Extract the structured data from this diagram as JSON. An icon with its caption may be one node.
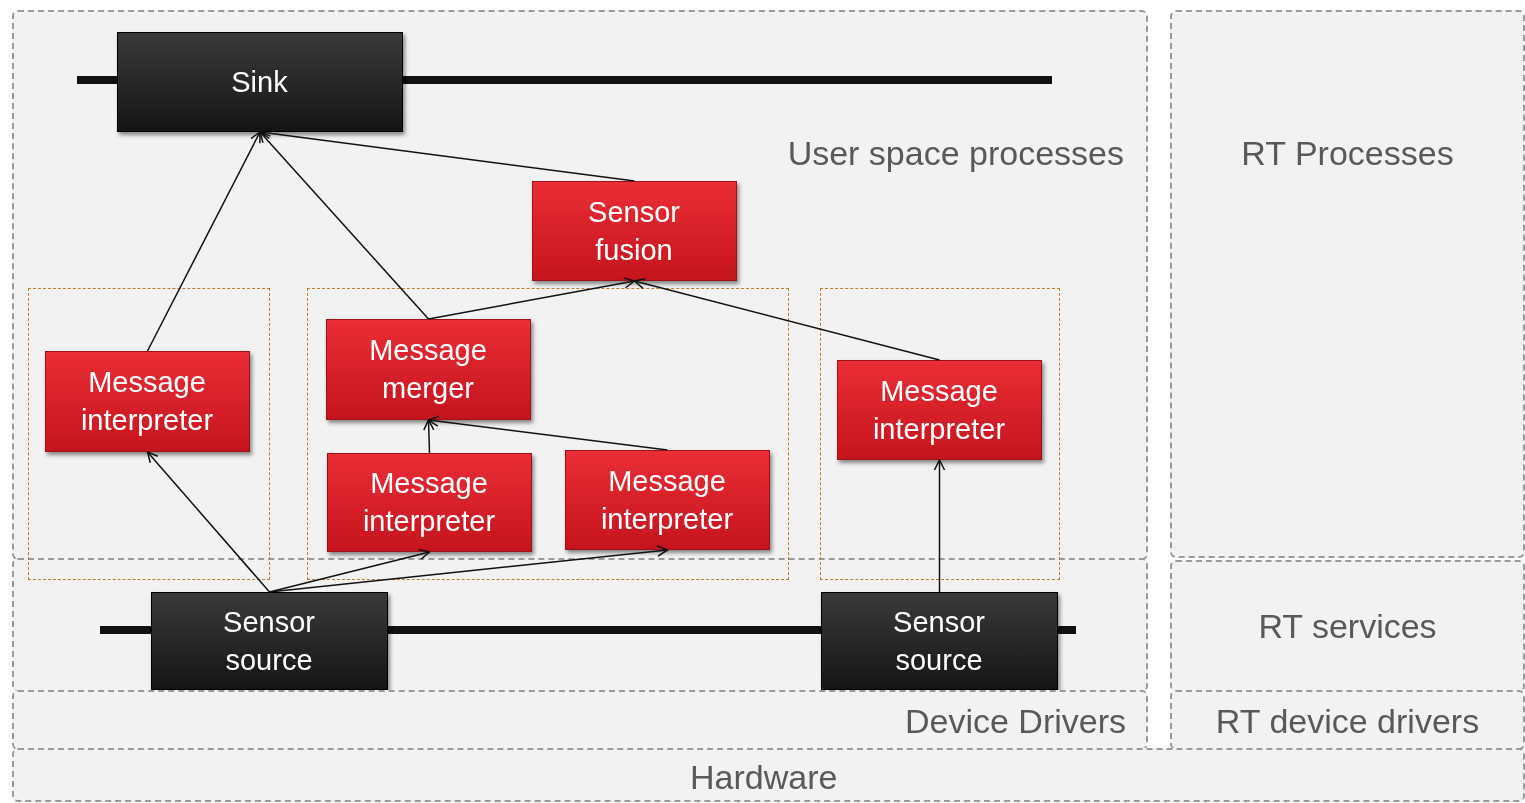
{
  "diagram": {
    "nodes": [
      {
        "text": [
          "User space processes"
        ]
      },
      {
        "text": [
          "RT Processes"
        ]
      },
      {
        "text": [],
        "shape": "box"
      },
      {
        "text": [
          "RT services"
        ]
      },
      {
        "text": [
          "Device Drivers"
        ]
      },
      {
        "text": [
          "RT device drivers"
        ]
      },
      {
        "text": [
          "Hardware"
        ]
      },
      {
        "text": [
          "Sink"
        ],
        "in": 0
      },
      {
        "text": [
          "Sensor fusion"
        ],
        "in": 0
      },
      {
        "text": [],
        "shape": "box"
      },
      {
        "text": [],
        "shape": "box"
      },
      {
        "text": [],
        "shape": "box"
      },
      {
        "text": [
          "Message interpreter"
        ],
        "in": 9
      },
      {
        "text": [
          "Message merger"
        ],
        "in": 10
      },
      {
        "text": [
          "Message interpreter"
        ],
        "in": 10
      },
      {
        "text": [
          "Message interpreter"
        ],
        "in": 10
      },
      {
        "text": [
          "Message interpreter"
        ],
        "in": 11
      },
      {
        "text": [
          "Sensor source"
        ],
        "in": 2
      },
      {
        "text": [
          "Sensor source"
        ],
        "in": 2
      }
    ],
    "edges": [
      {
        "from": 17,
        "to": 12,
        "arrow": "to"
      },
      {
        "from": 17,
        "to": 14,
        "arrow": "to"
      },
      {
        "from": 17,
        "to": 15,
        "arrow": "to"
      },
      {
        "from": 12,
        "to": 7,
        "arrow": "to"
      },
      {
        "from": 13,
        "to": 7,
        "arrow": "to"
      },
      {
        "from": 8,
        "to": 7,
        "arrow": "to"
      },
      {
        "from": 13,
        "to": 8,
        "arrow": "to"
      },
      {
        "from": 16,
        "to": 8,
        "arrow": "to"
      },
      {
        "from": 14,
        "to": 13,
        "arrow": "to"
      },
      {
        "from": 15,
        "to": 13,
        "arrow": "to"
      },
      {
        "from": 18,
        "to": 16,
        "arrow": "to"
      }
    ]
  }
}
